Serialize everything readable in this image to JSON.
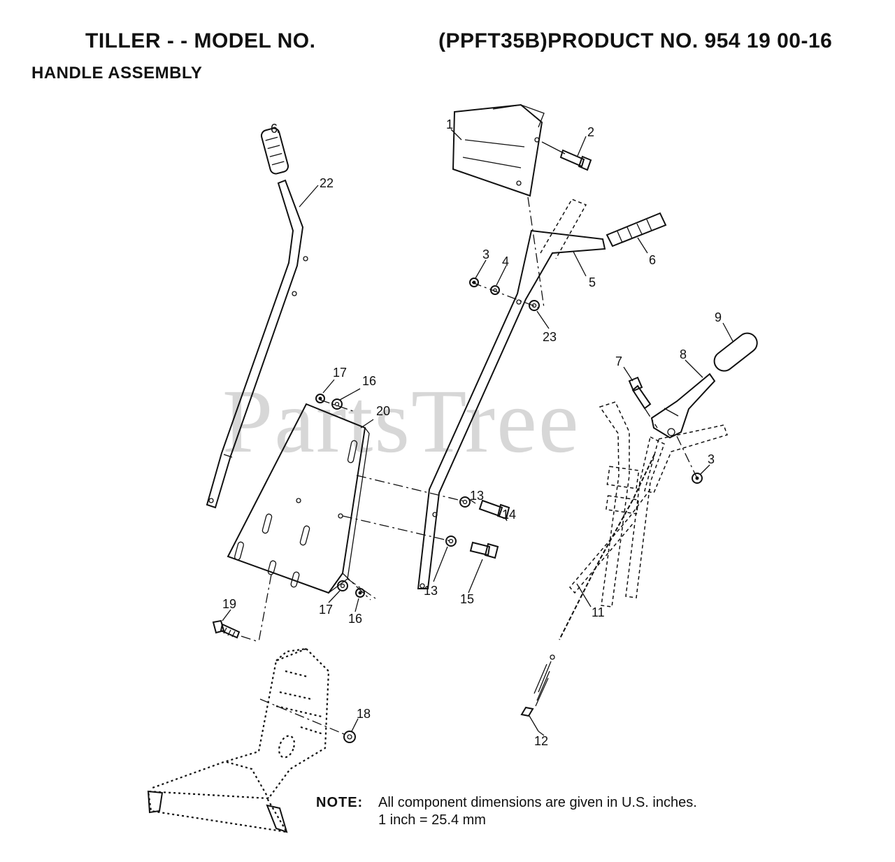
{
  "header": {
    "title_left": "TILLER - - MODEL NO.",
    "title_right": "(PPFT35B)PRODUCT NO. 954 19 00-16",
    "subtitle": "HANDLE ASSEMBLY"
  },
  "watermark": "PartsTree",
  "callouts": {
    "c1": "1",
    "c2": "2",
    "c3a": "3",
    "c3b": "3",
    "c4": "4",
    "c5": "5",
    "c6a": "6",
    "c6b": "6",
    "c7": "7",
    "c8": "8",
    "c9": "9",
    "c11": "11",
    "c12": "12",
    "c13a": "13",
    "c13b": "13",
    "c14": "14",
    "c15": "15",
    "c16a": "16",
    "c16b": "16",
    "c17a": "17",
    "c17b": "17",
    "c18": "18",
    "c19": "19",
    "c20": "20",
    "c22": "22",
    "c23": "23"
  },
  "note": {
    "label": "NOTE:",
    "line1": "All component dimensions are given in U.S. inches.",
    "line2": "1 inch = 25.4 mm"
  }
}
